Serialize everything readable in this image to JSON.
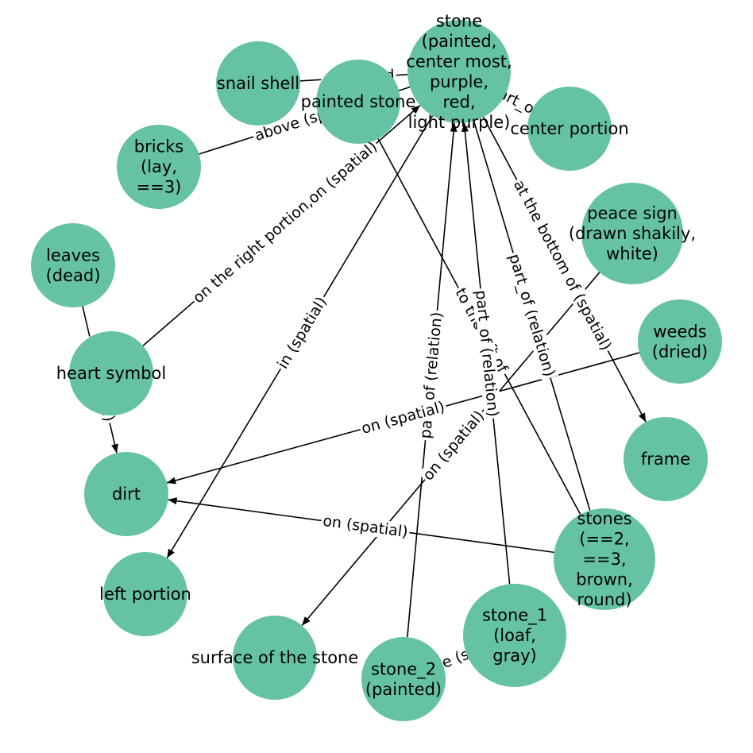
{
  "nodes": [
    {
      "id": "stone",
      "lines": [
        "stone",
        "(painted,",
        "center most,",
        "purple,",
        "red,",
        "light purple)"
      ]
    },
    {
      "id": "snail_shell",
      "lines": [
        "snail shell"
      ]
    },
    {
      "id": "painted_stone",
      "lines": [
        "painted stone"
      ]
    },
    {
      "id": "center_portion",
      "lines": [
        "center portion"
      ]
    },
    {
      "id": "bricks",
      "lines": [
        "bricks",
        "(lay,",
        "==3)"
      ]
    },
    {
      "id": "leaves",
      "lines": [
        "leaves",
        "(dead)"
      ]
    },
    {
      "id": "peace_sign",
      "lines": [
        "peace sign",
        "(drawn shakily,",
        "white)"
      ]
    },
    {
      "id": "heart_symbol",
      "lines": [
        "heart symbol"
      ]
    },
    {
      "id": "weeds",
      "lines": [
        "weeds",
        "(dried)"
      ]
    },
    {
      "id": "frame",
      "lines": [
        "frame"
      ]
    },
    {
      "id": "dirt",
      "lines": [
        "dirt"
      ]
    },
    {
      "id": "stones",
      "lines": [
        "stones",
        "(==2,",
        "==3,",
        "brown,",
        "round)"
      ]
    },
    {
      "id": "left_portion",
      "lines": [
        "left portion"
      ]
    },
    {
      "id": "stone_1",
      "lines": [
        "stone_1",
        "(loaf,",
        "gray)"
      ]
    },
    {
      "id": "surface_of_the_stone",
      "lines": [
        "surface of the stone"
      ]
    },
    {
      "id": "stone_2",
      "lines": [
        "stone_2",
        "(painted)"
      ]
    }
  ],
  "edges": [
    {
      "source": "bricks",
      "target": "stone",
      "label": "above (spatial)",
      "arrow": false
    },
    {
      "source": "snail_shell",
      "target": "stone",
      "label": "on,at,and",
      "arrow": false
    },
    {
      "source": "center_portion",
      "target": "stone",
      "label": "part_of",
      "arrow": false
    },
    {
      "source": "heart_symbol",
      "target": "stone",
      "label": "on the right portion,on (spatial)",
      "arrow": true
    },
    {
      "source": "stone",
      "target": "left_portion",
      "label": "in (spatial)",
      "arrow": true
    },
    {
      "source": "painted_stone",
      "target": "stones",
      "label": "to the left of",
      "arrow": false
    },
    {
      "source": "stone_2",
      "target": "stone",
      "label": "part_of (relation)",
      "arrow": true
    },
    {
      "source": "stone_1",
      "target": "stone",
      "label": "part_of (relation)",
      "arrow": true
    },
    {
      "source": "stones",
      "target": "stone",
      "label": "part_of (relation)",
      "arrow": false
    },
    {
      "source": "stone",
      "target": "frame",
      "label": "at the bottom of (spatial)",
      "arrow": true
    },
    {
      "source": "peace_sign",
      "target": "surface_of_the_stone",
      "label": "on (spatial)",
      "arrow": true
    },
    {
      "source": "weeds",
      "target": "dirt",
      "label": "on (spatial)",
      "arrow": true
    },
    {
      "source": "stones",
      "target": "dirt",
      "label": "on (spatial)",
      "arrow": true
    },
    {
      "source": "leaves",
      "target": "dirt",
      "label": "on (spatial)",
      "arrow": true
    },
    {
      "source": "stone_1",
      "target": "stone_2",
      "label": "beside (spatial)",
      "arrow": false
    }
  ]
}
